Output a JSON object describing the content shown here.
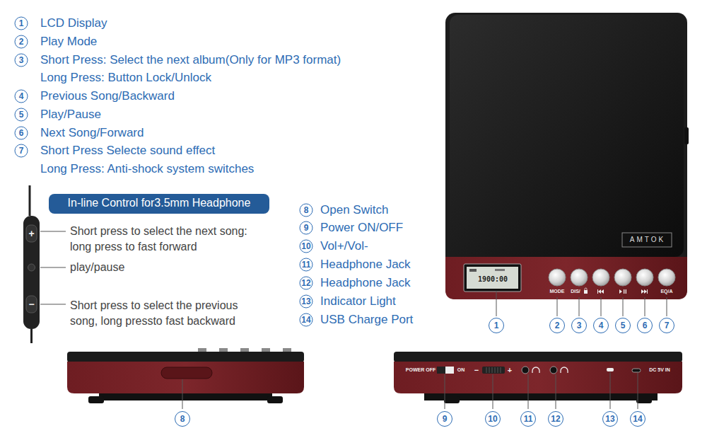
{
  "diagram": {
    "nodes": [
      {
        "text": [
          "In-line Control for3.5mm Headphone"
        ]
      }
    ],
    "labels": [
      "1",
      "LCD Display",
      "2",
      "Play Mode",
      "3",
      "Short Press: Select the next album(Only for MP3 format)",
      "Long Press: Button Lock/Unlock",
      "4",
      "Previous Song/Backward",
      "5",
      "Play/Pause",
      "6",
      "Next Song/Forward",
      "7",
      "Short Press Selecte sound effect",
      "Long Press: Anti-shock system switches",
      "Short press to select the next song: long press to fast forward",
      "play/pause",
      "Short press to select the previous song, long pressto fast backward",
      "8",
      "Open Switch",
      "9",
      "Power ON/OFF",
      "10",
      "Vol+/Vol-",
      "11",
      "Headphone Jack",
      "12",
      "Headphone Jack",
      "13",
      "Indicator Light",
      "14",
      "USB Charge Port",
      "+",
      "−",
      "AMTOK",
      "1900:00",
      "MODE",
      "DIS/",
      "EQ/A",
      "1",
      "2",
      "3",
      "4",
      "5",
      "6",
      "7",
      "8",
      "POWER OFF",
      "ON",
      "−",
      "+",
      "DC 5V IN",
      "9",
      "10",
      "11",
      "12",
      "13",
      "14"
    ]
  }
}
